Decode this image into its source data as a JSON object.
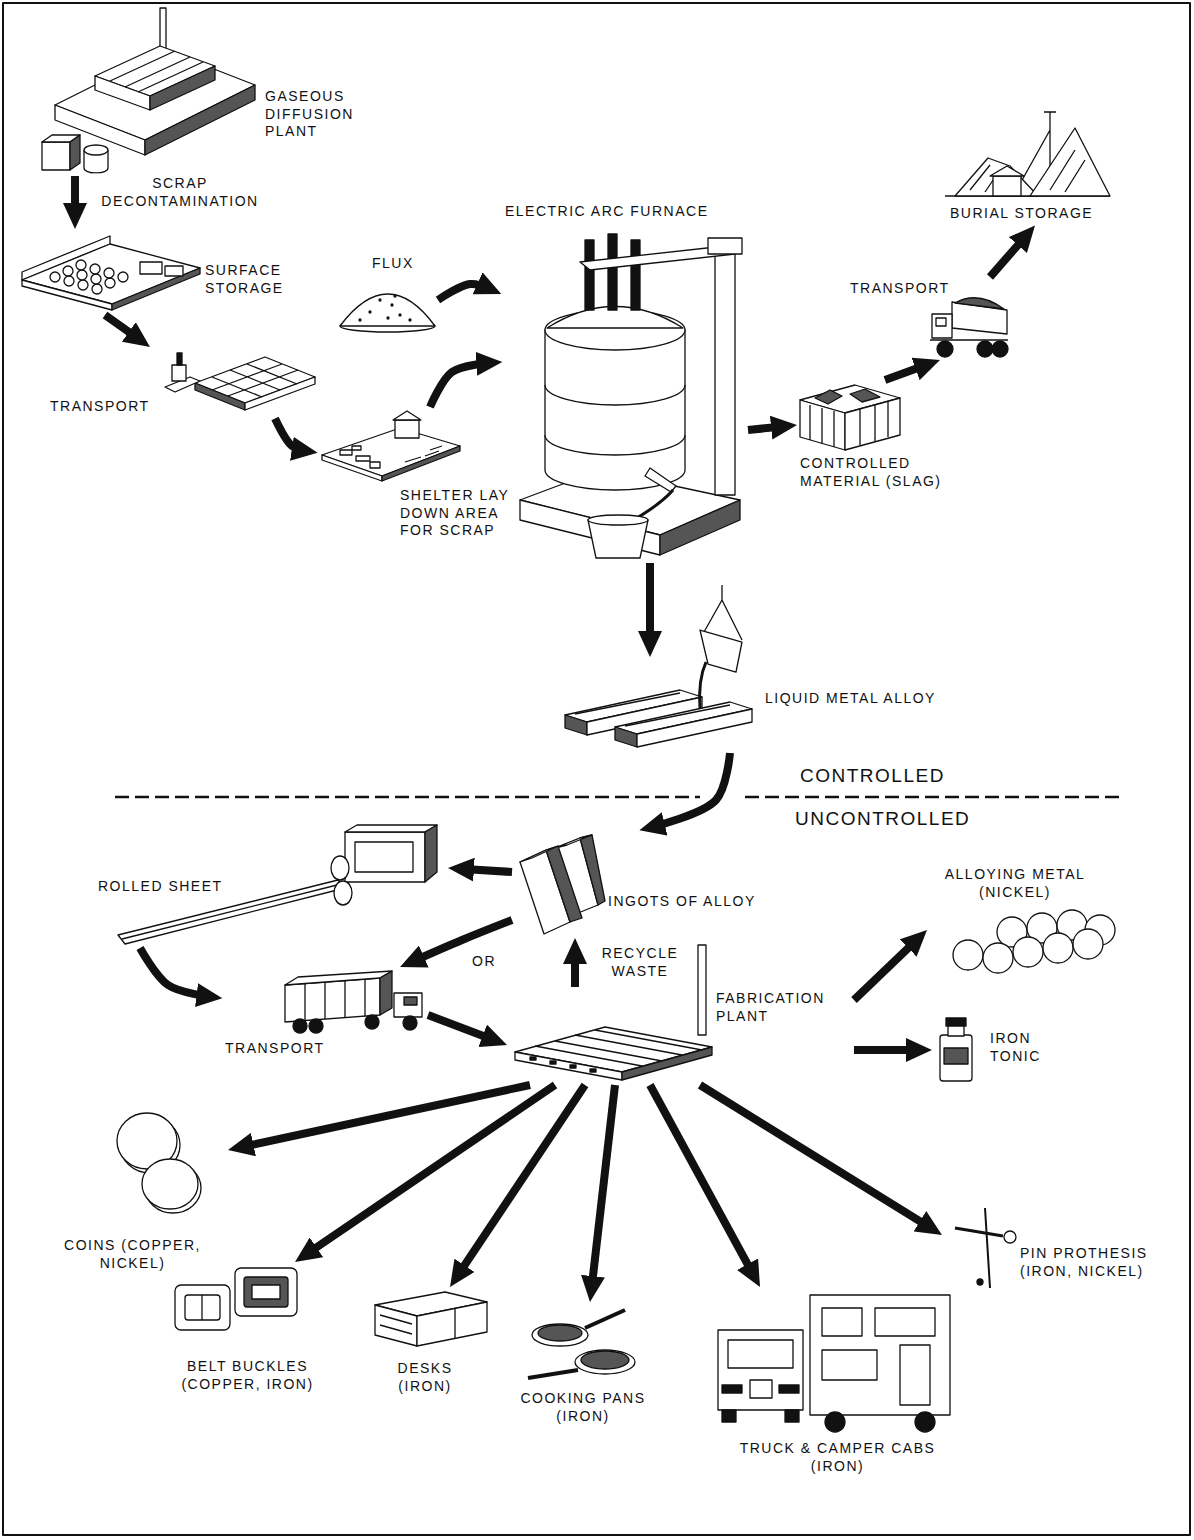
{
  "diagram": {
    "nodes": [
      {
        "text": [
          "GASEOUS DIFFUSION PLANT"
        ]
      },
      {
        "text": [
          "SURFACE STORAGE"
        ]
      },
      {
        "text": [
          "BURIAL STORAGE"
        ]
      },
      {
        "text": [
          "ELECTRIC ARC FURNACE"
        ]
      },
      {
        "text": [
          "FLUX"
        ]
      },
      {
        "text": [
          "TRANSPORT"
        ]
      },
      {
        "text": [
          "TRANSPORT"
        ]
      },
      {
        "text": [
          "SHELTER LAY DOWN AREA FOR SCRAP"
        ]
      },
      {
        "text": [
          "CONTROLLED MATERIAL (SLAG)"
        ]
      },
      {
        "text": [
          "LIQUID METAL ALLOY"
        ]
      },
      {
        "text": [
          "ROLLED SHEET"
        ]
      },
      {
        "text": [
          "INGOTS OF ALLOY"
        ]
      },
      {
        "text": [
          "ALLOYING METAL (NICKEL)"
        ]
      },
      {
        "text": [
          "FABRICATION PLANT"
        ]
      },
      {
        "text": [
          "TRANSPORT"
        ]
      },
      {
        "text": [
          "IRON TONIC"
        ]
      },
      {
        "text": [
          "COINS (COPPER, NICKEL)"
        ]
      },
      {
        "text": [
          "PIN PROTHESIS (IRON, NICKEL)"
        ]
      },
      {
        "text": [
          "BELT BUCKLES (COPPER, IRON)"
        ]
      },
      {
        "text": [
          "DESKS (IRON)"
        ]
      },
      {
        "text": [
          "COOKING PANS (IRON)"
        ]
      },
      {
        "text": [
          "TRUCK & CAMPER CABS (IRON)"
        ]
      }
    ],
    "edges": [
      {
        "from": 0,
        "to": 1,
        "label": "SCRAP DECONTAMINATION",
        "arrow": "to"
      },
      {
        "from": 1,
        "to": 6,
        "arrow": "to"
      },
      {
        "from": 6,
        "to": 7,
        "arrow": "to"
      },
      {
        "from": 7,
        "to": 3,
        "arrow": "to"
      },
      {
        "from": 4,
        "to": 3,
        "arrow": "to"
      },
      {
        "from": 3,
        "to": 8,
        "arrow": "to"
      },
      {
        "from": 8,
        "to": 5,
        "arrow": "to"
      },
      {
        "from": 5,
        "to": 2,
        "arrow": "to"
      },
      {
        "from": 3,
        "to": 9,
        "arrow": "to"
      },
      {
        "from": 9,
        "to": 11,
        "arrow": "to"
      },
      {
        "from": 11,
        "to": 10,
        "arrow": "to"
      },
      {
        "from": 11,
        "to": 14,
        "label": "OR",
        "arrow": "to"
      },
      {
        "from": 10,
        "to": 14,
        "arrow": "to"
      },
      {
        "from": 14,
        "to": 13,
        "arrow": "to"
      },
      {
        "from": 13,
        "to": 11,
        "label": "RECYCLE WASTE",
        "arrow": "to"
      },
      {
        "from": 13,
        "to": 12,
        "arrow": "to"
      },
      {
        "from": 13,
        "to": 15,
        "arrow": "to"
      },
      {
        "from": 13,
        "to": 16,
        "arrow": "to"
      },
      {
        "from": 13,
        "to": 18,
        "arrow": "to"
      },
      {
        "from": 13,
        "to": 19,
        "arrow": "to"
      },
      {
        "from": 13,
        "to": 20,
        "arrow": "to"
      },
      {
        "from": 13,
        "to": 21,
        "arrow": "to"
      },
      {
        "from": 13,
        "to": 17,
        "arrow": "to"
      }
    ],
    "labels": [
      "CONTROLLED",
      "UNCONTROLLED"
    ]
  }
}
